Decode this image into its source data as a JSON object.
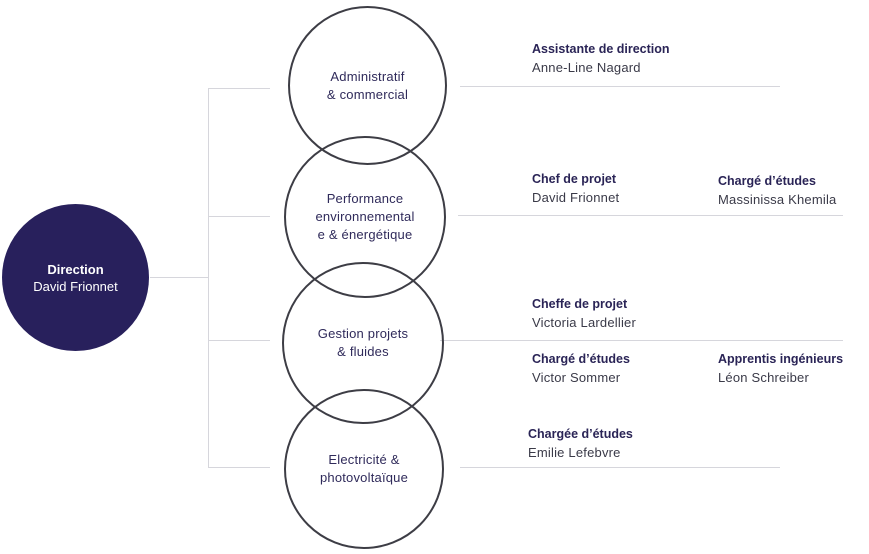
{
  "direction": {
    "title": "Direction",
    "name": "David Frionnet"
  },
  "departments": [
    {
      "label": "Administratif\n& commercial"
    },
    {
      "label": "Performance\nenvironnemental\ne & énergétique"
    },
    {
      "label": "Gestion projets\n& fluides"
    },
    {
      "label": "Electricité &\nphotovoltaïque"
    }
  ],
  "roles": {
    "admin_assistant": {
      "title": "Assistante de direction",
      "name": "Anne-Line Nagard"
    },
    "perf_chef": {
      "title": "Chef de projet",
      "name": "David Frionnet"
    },
    "perf_charge": {
      "title": "Chargé d’études",
      "name": "Massinissa Khemila"
    },
    "gestion_cheffe": {
      "title": "Cheffe de projet",
      "name": "Victoria Lardellier"
    },
    "gestion_charge": {
      "title": "Chargé d’études",
      "name": "Victor Sommer"
    },
    "gestion_apprentis": {
      "title": "Apprentis ingénieurs",
      "name": "Léon Schreiber"
    },
    "elec_chargee": {
      "title": "Chargée  d’études",
      "name": "Emilie Lefebvre"
    }
  },
  "colors": {
    "direction_fill": "#28205c",
    "circle_stroke": "#3d3d45",
    "connector": "#d6d6dc",
    "text_dark": "#2a2456"
  }
}
